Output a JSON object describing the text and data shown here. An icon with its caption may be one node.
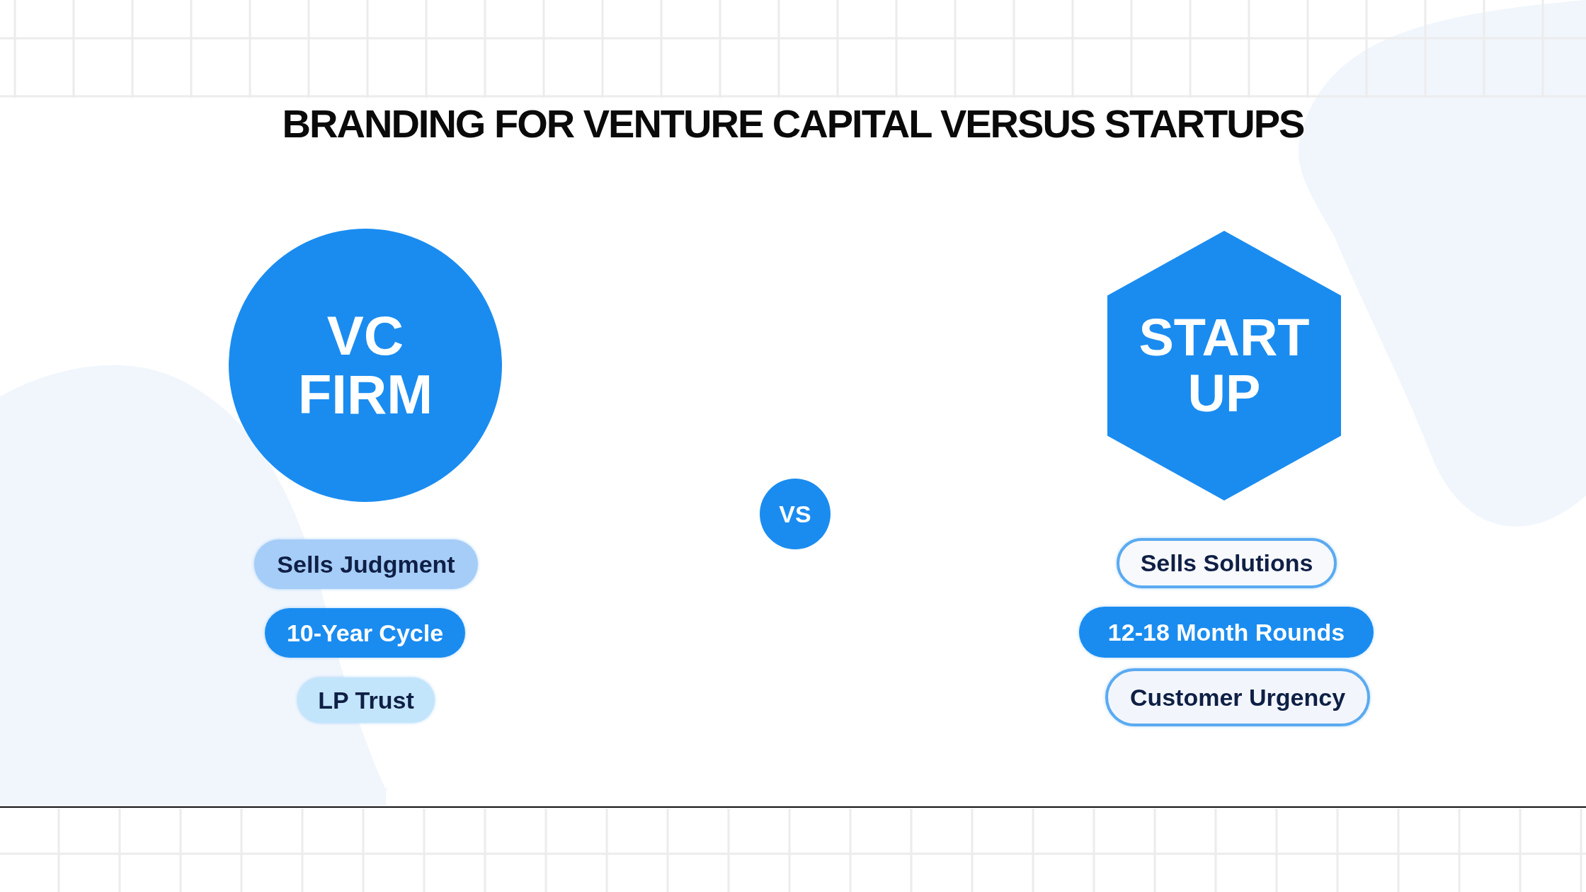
{
  "diagram": {
    "title": "BRANDING FOR VENTURE CAPITAL VERSUS STARTUPS",
    "nodes": [
      {
        "text": [
          "VC FIRM"
        ]
      },
      {
        "text": [
          "Sells Judgment"
        ]
      },
      {
        "text": [
          "10-Year Cycle"
        ]
      },
      {
        "text": [
          "LP Trust"
        ]
      },
      {
        "text": [
          "VS"
        ]
      },
      {
        "text": [
          "START UP"
        ]
      },
      {
        "text": [
          "Sells Solutions"
        ]
      },
      {
        "text": [
          "12-18 Month Rounds"
        ]
      },
      {
        "text": [
          "Customer Urgency"
        ]
      }
    ]
  }
}
